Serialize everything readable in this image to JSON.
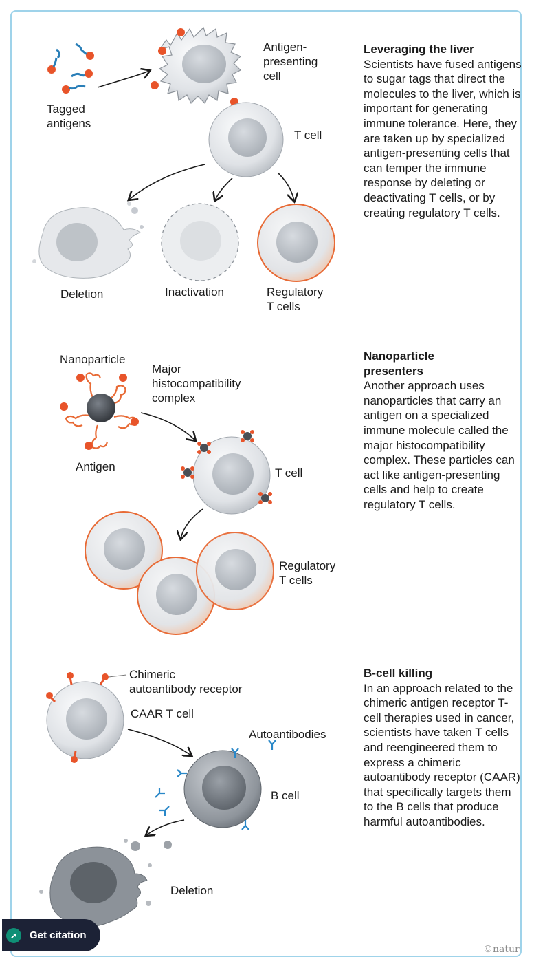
{
  "panel1": {
    "labels": {
      "apc": "Antigen-\npresenting\ncell",
      "tagged": "Tagged\nantigens",
      "tcell": "T cell",
      "deletion": "Deletion",
      "inactivation": "Inactivation",
      "regulatory": "Regulatory\nT cells"
    },
    "side_heading": "Leveraging the liver",
    "side_text": "Scientists have fused antigens to sugar tags that direct the molecules to the liver, which is important for generating immune tolerance. Here, they are taken up by specialized antigen-presenting cells that can temper the immune response by deleting or deactivating T cells, or by creating regulatory T cells."
  },
  "panel2": {
    "labels": {
      "nanoparticle": "Nanoparticle",
      "mhc": "Major\nhistocompatibility\ncomplex",
      "antigen": "Antigen",
      "tcell": "T cell",
      "regulatory": "Regulatory\nT cells"
    },
    "side_heading": "Nanoparticle\npresenters",
    "side_text": "Another approach uses nanoparticles that carry an antigen on a specialized immune molecule called the major histocompatibility complex. These particles can act like antigen-presenting cells and help to create regulatory T cells."
  },
  "panel3": {
    "labels": {
      "caar_receptor": "Chimeric\nautoantibody receptor",
      "caar_tcell": "CAAR T cell",
      "autoantibodies": "Autoantibodies",
      "bcell": "B cell",
      "deletion": "Deletion"
    },
    "side_heading": "B-cell killing",
    "side_text": "In an approach related to the chimeric antigen receptor T-cell therapies used in cancer, scientists have taken T cells and reengineered them to express a chimeric autoantibody receptor (CAAR) that specifically targets them to the B cells that produce harmful autoantibodies."
  },
  "footer": {
    "citation_button": "Get citation",
    "credit": "©nature"
  },
  "colors": {
    "border": "#9fd3ea",
    "antigen_orange": "#e8542a",
    "tag_blue": "#2a7fb8",
    "regulatory_rim": "#e86a35",
    "antibody_blue": "#2a88c8"
  },
  "icons": [
    "citation-icon"
  ]
}
